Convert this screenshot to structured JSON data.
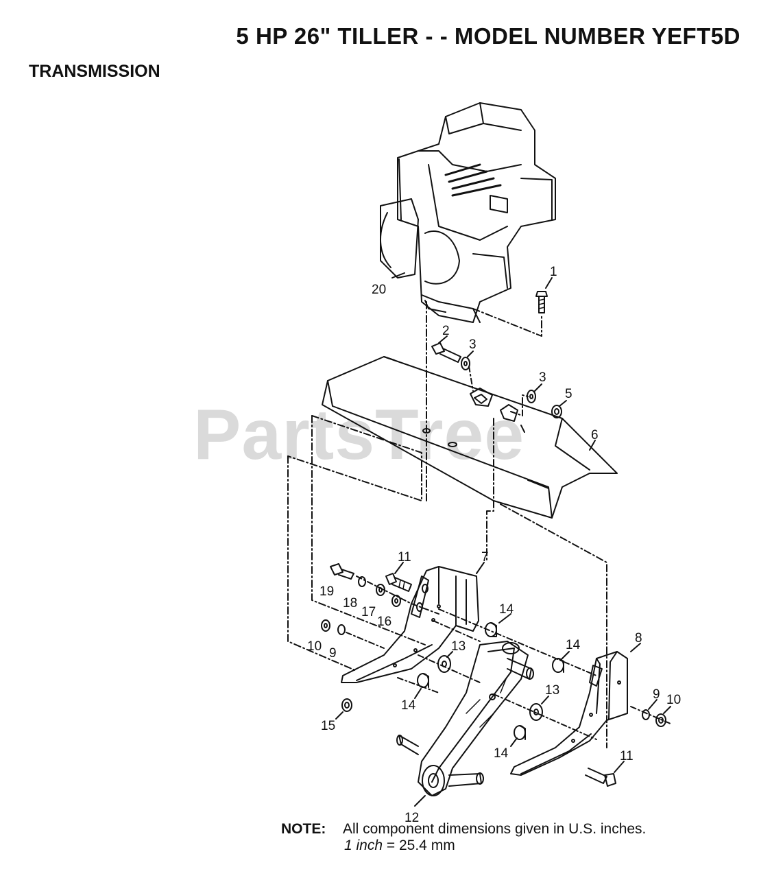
{
  "header": {
    "title": "5 HP 26\" TILLER - - MODEL NUMBER YEFT5D",
    "section": "TRANSMISSION"
  },
  "watermark": {
    "text": "PartsTree",
    "mark": "™"
  },
  "callouts": [
    "1",
    "2",
    "3",
    "3",
    "5",
    "6",
    "7",
    "8",
    "9",
    "9",
    "10",
    "10",
    "11",
    "11",
    "12",
    "13",
    "13",
    "14",
    "14",
    "14",
    "14",
    "15",
    "16",
    "17",
    "18",
    "19",
    "20"
  ],
  "note": {
    "label": "NOTE:",
    "text": "All component dimensions given in U.S. inches.",
    "conversion_unit": "1 inch",
    "conversion_value": "= 25.4 mm"
  }
}
